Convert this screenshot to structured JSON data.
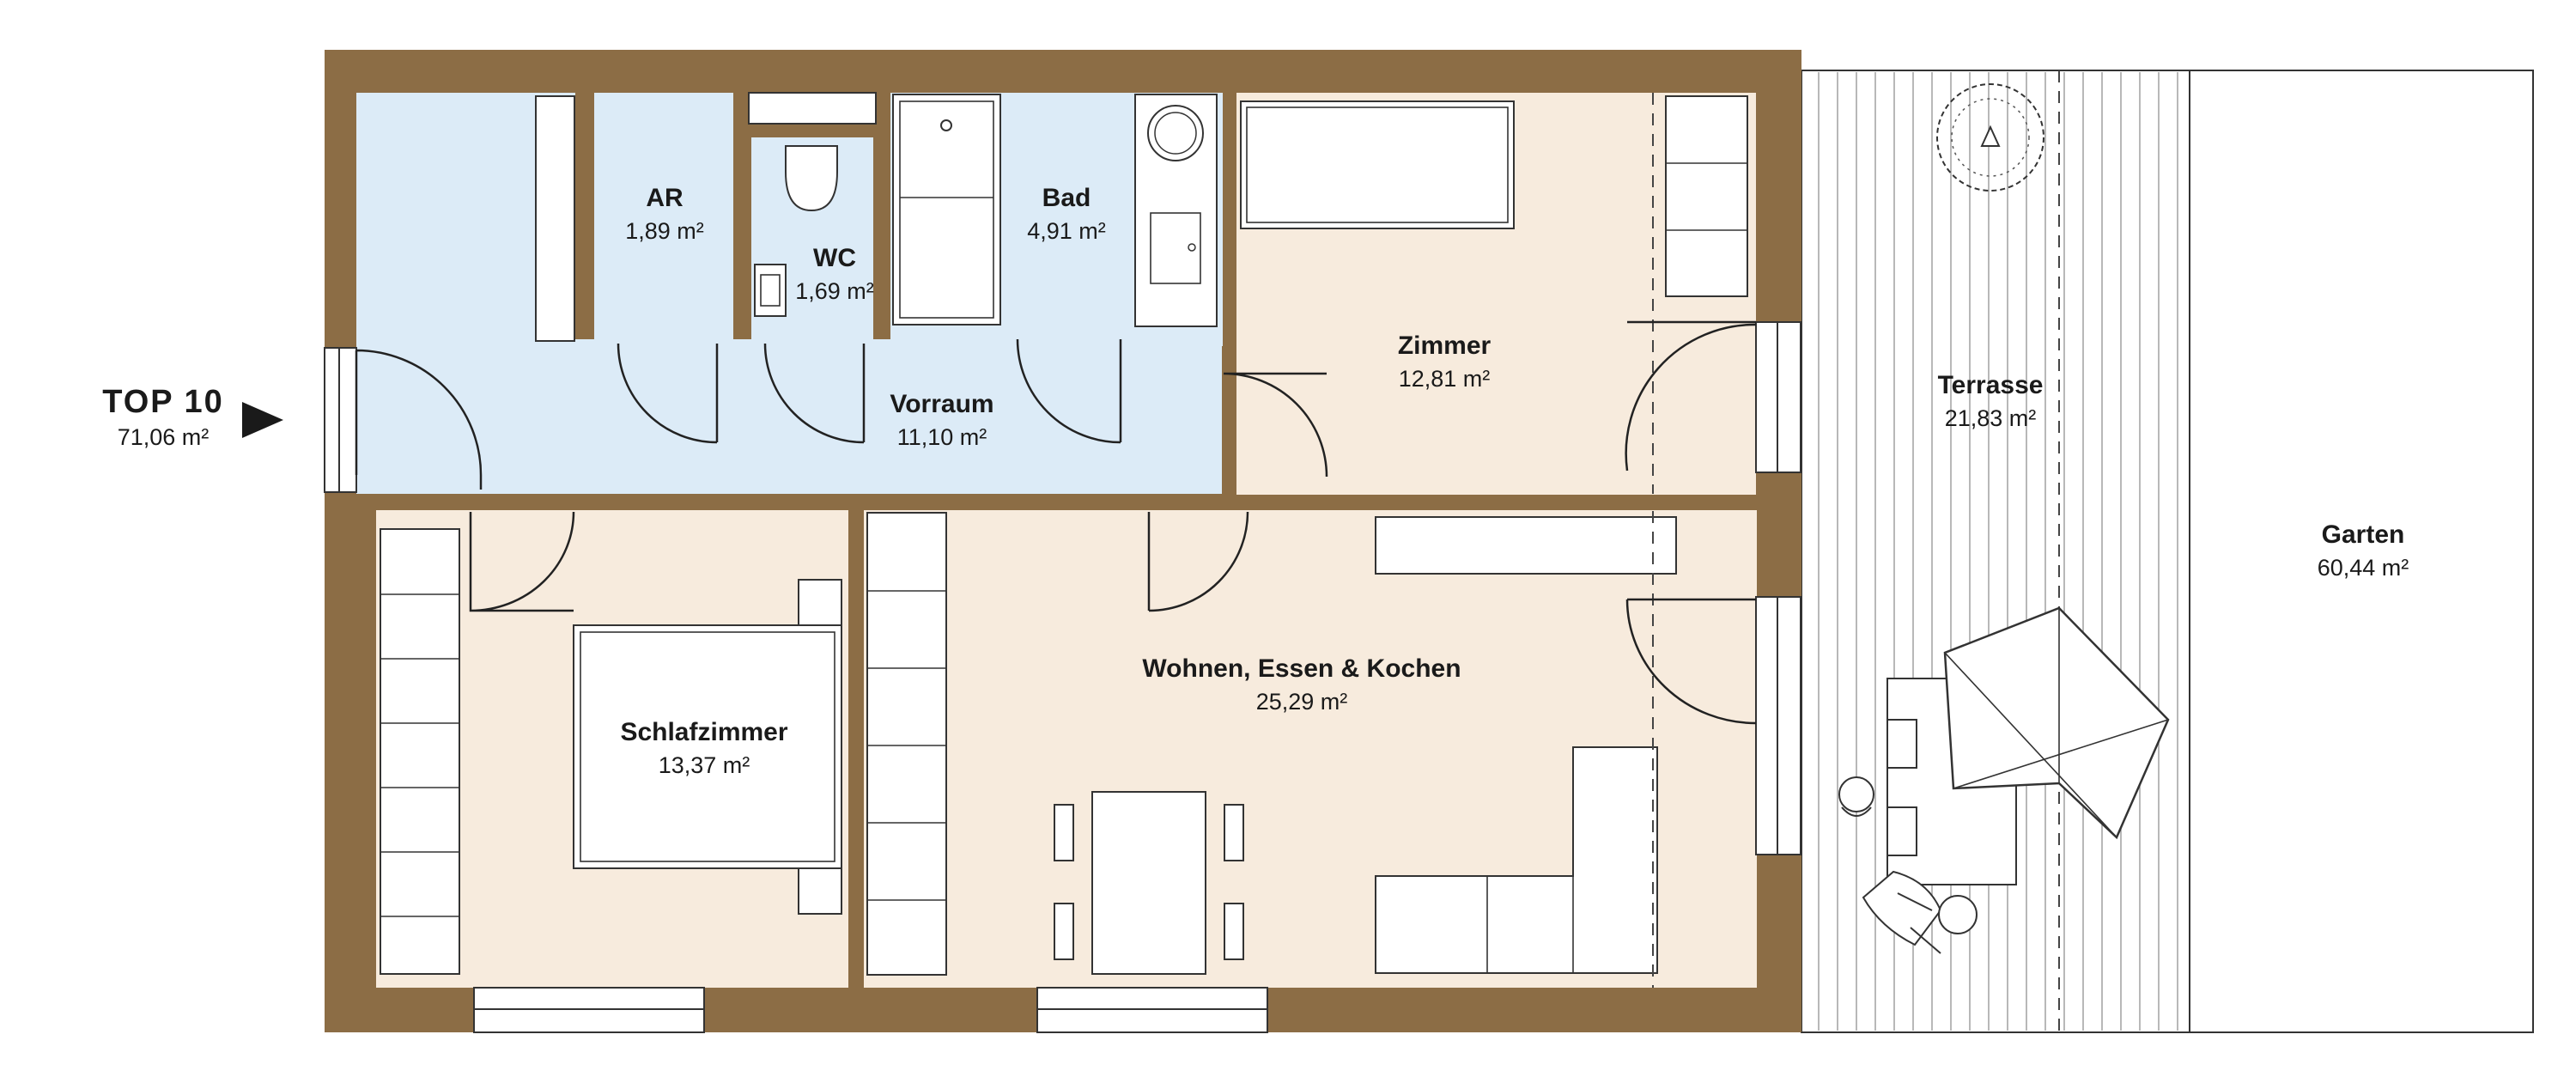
{
  "unit": {
    "name": "TOP 10",
    "area": "71,06 m²"
  },
  "colors": {
    "wall": "#8c6d45",
    "wet_area": "#dcebf7",
    "living_area": "#f7ebdd",
    "outline": "#333333"
  },
  "icons": {
    "entrance": "entrance-arrow-icon",
    "tree": "tree-icon",
    "umbrella": "umbrella-icon",
    "person": "person-icon"
  },
  "rooms": {
    "ar": {
      "name": "AR",
      "area": "1,89 m²"
    },
    "wc": {
      "name": "WC",
      "area": "1,69 m²"
    },
    "bad": {
      "name": "Bad",
      "area": "4,91 m²"
    },
    "vorraum": {
      "name": "Vorraum",
      "area": "11,10 m²"
    },
    "zimmer": {
      "name": "Zimmer",
      "area": "12,81 m²"
    },
    "schlafzimmer": {
      "name": "Schlafzimmer",
      "area": "13,37 m²"
    },
    "wohnen": {
      "name": "Wohnen, Essen & Kochen",
      "area": "25,29 m²"
    },
    "terrasse": {
      "name": "Terrasse",
      "area": "21,83 m²"
    },
    "garten": {
      "name": "Garten",
      "area": "60,44 m²"
    }
  }
}
